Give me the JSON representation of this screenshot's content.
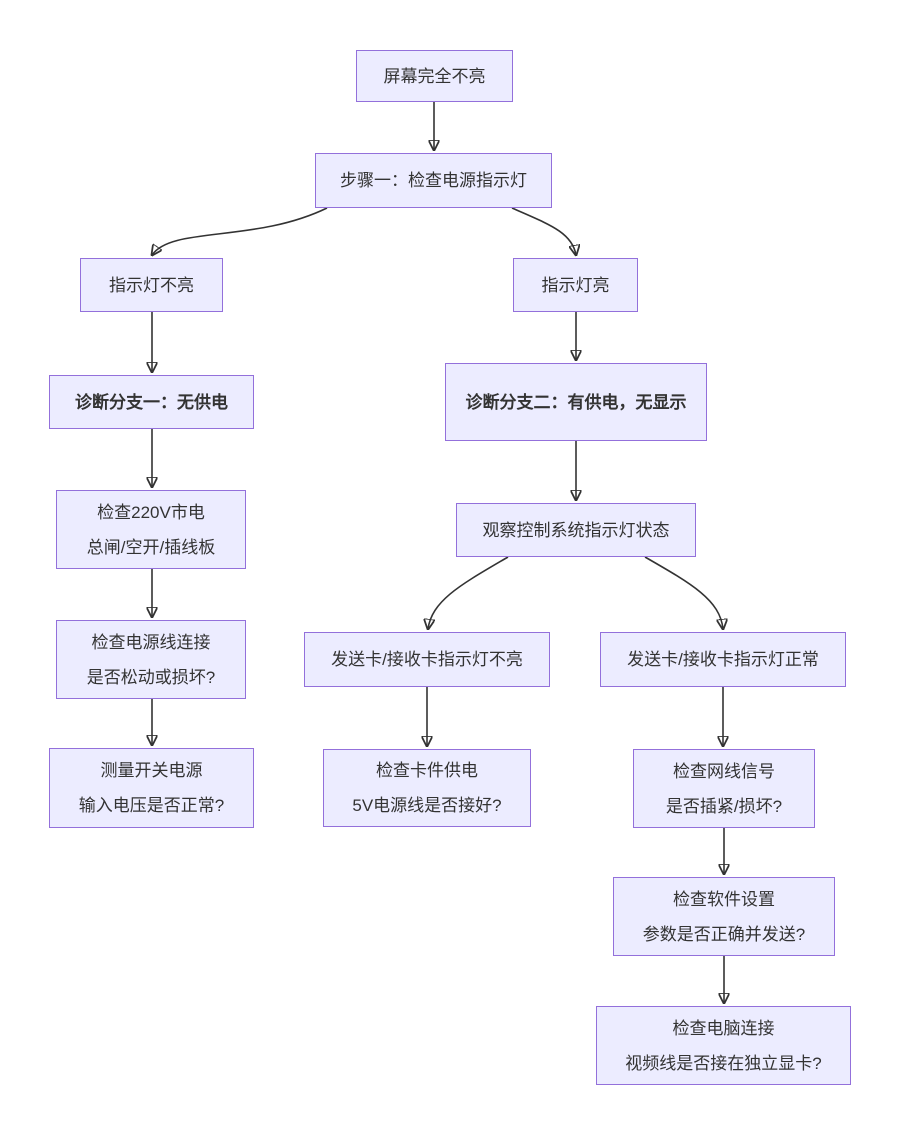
{
  "diagram": {
    "type": "flowchart",
    "direction": "top-down",
    "colors": {
      "background": "#FFFFFF",
      "node_fill": "#ECECFF",
      "node_border": "#9370DB",
      "node_text": "#333333",
      "edge": "#333333"
    },
    "nodes": [
      {
        "id": "screen-dark",
        "label": "屏幕完全不亮",
        "bold": false
      },
      {
        "id": "step1",
        "label": "步骤一：检查电源指示灯",
        "bold": false
      },
      {
        "id": "light-off",
        "label": "指示灯不亮",
        "bold": false
      },
      {
        "id": "light-on",
        "label": "指示灯亮",
        "bold": false
      },
      {
        "id": "branch1",
        "label": "诊断分支一：无供电",
        "bold": true
      },
      {
        "id": "branch2",
        "label": "诊断分支二：有供电，无显示",
        "bold": true
      },
      {
        "id": "check-mains",
        "label": "检查220V市电\n总闸/空开/插线板",
        "bold": false
      },
      {
        "id": "observe-control",
        "label": "观察控制系统指示灯状态",
        "bold": false
      },
      {
        "id": "check-power-cable",
        "label": "检查电源线连接\n是否松动或损坏?",
        "bold": false
      },
      {
        "id": "card-led-off",
        "label": "发送卡/接收卡指示灯不亮",
        "bold": false
      },
      {
        "id": "card-led-normal",
        "label": "发送卡/接收卡指示灯正常",
        "bold": false
      },
      {
        "id": "measure-psu",
        "label": "测量开关电源\n输入电压是否正常?",
        "bold": false
      },
      {
        "id": "check-card-power",
        "label": "检查卡件供电\n5V电源线是否接好?",
        "bold": false
      },
      {
        "id": "check-network-cable",
        "label": "检查网线信号\n是否插紧/损坏?",
        "bold": false
      },
      {
        "id": "check-software",
        "label": "检查软件设置\n参数是否正确并发送?",
        "bold": false
      },
      {
        "id": "check-pc-connection",
        "label": "检查电脑连接\n视频线是否接在独立显卡?",
        "bold": false
      }
    ],
    "edges": [
      {
        "from": "screen-dark",
        "to": "step1"
      },
      {
        "from": "step1",
        "to": "light-off"
      },
      {
        "from": "step1",
        "to": "light-on"
      },
      {
        "from": "light-off",
        "to": "branch1"
      },
      {
        "from": "light-on",
        "to": "branch2"
      },
      {
        "from": "branch1",
        "to": "check-mains"
      },
      {
        "from": "branch2",
        "to": "observe-control"
      },
      {
        "from": "check-mains",
        "to": "check-power-cable"
      },
      {
        "from": "observe-control",
        "to": "card-led-off"
      },
      {
        "from": "observe-control",
        "to": "card-led-normal"
      },
      {
        "from": "check-power-cable",
        "to": "measure-psu"
      },
      {
        "from": "card-led-off",
        "to": "check-card-power"
      },
      {
        "from": "card-led-normal",
        "to": "check-network-cable"
      },
      {
        "from": "check-network-cable",
        "to": "check-software"
      },
      {
        "from": "check-software",
        "to": "check-pc-connection"
      }
    ]
  }
}
